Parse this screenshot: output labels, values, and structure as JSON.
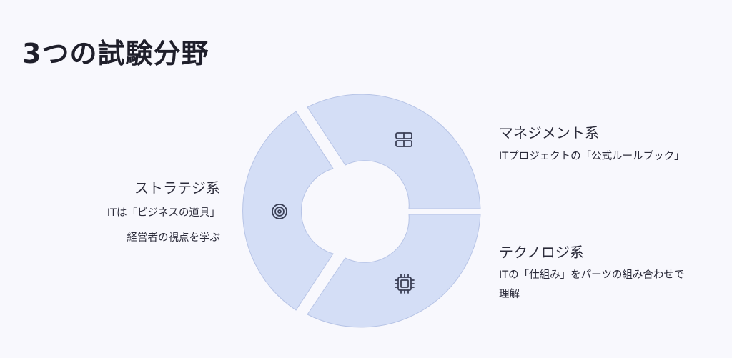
{
  "title": "3つの試験分野",
  "segments": [
    {
      "id": "strategy",
      "heading": "ストラテジ系",
      "lines": [
        "ITは「ビジネスの道具」",
        "経営者の視点を学ぶ"
      ],
      "icon": "target-icon"
    },
    {
      "id": "management",
      "heading": "マネジメント系",
      "lines": [
        "ITプロジェクトの「公式ルールブック」"
      ],
      "icon": "server-icon"
    },
    {
      "id": "technology",
      "heading": "テクノロジ系",
      "lines": [
        "ITの「仕組み」をパーツの組み合わせで",
        "理解"
      ],
      "icon": "cpu-chip-icon"
    }
  ],
  "colors": {
    "segment_fill": "#d4def6",
    "segment_stroke": "#b7c4e6",
    "icon": "#3a3f55",
    "background": "#f8f8fd"
  }
}
